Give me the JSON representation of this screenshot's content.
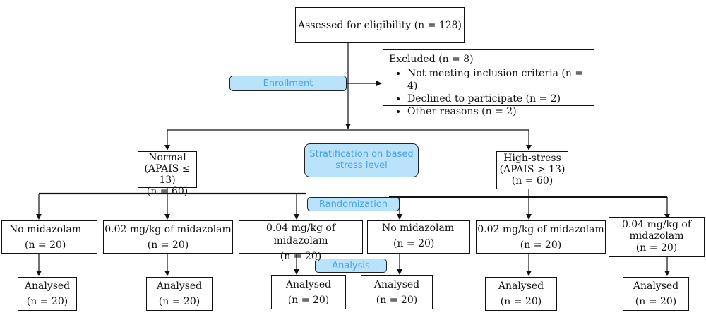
{
  "eligibility": {
    "text": "Assessed for eligibility (n = 128)"
  },
  "excluded": {
    "title": "Excluded (n = 8)",
    "reasons": [
      "Not meeting inclusion criteria (n = 4)",
      "Declined to participate (n = 2)",
      "Other reasons (n = 2)"
    ]
  },
  "labels": {
    "enrollment": "Enrollment",
    "stratification": "Stratification on based stress level",
    "randomization": "Randomization",
    "analysis": "Analysis"
  },
  "strata": {
    "normal": {
      "name": "Normal",
      "criterion": "(APAIS ≤ 13)",
      "n": "(n = 60)"
    },
    "high": {
      "name": "High-stress",
      "criterion": "(APAIS > 13)",
      "n": "(n = 60)"
    }
  },
  "groups": [
    {
      "name": "No midazolam",
      "n": "(n = 20)"
    },
    {
      "name": "0.02 mg/kg of midazolam",
      "n": "(n = 20)"
    },
    {
      "name": "0.04 mg/kg of midazolam",
      "n": "(n = 20)"
    },
    {
      "name": "No midazolam",
      "n": "(n = 20)"
    },
    {
      "name": "0.02 mg/kg of midazolam",
      "n": "(n = 20)"
    },
    {
      "name": "0.04 mg/kg of midazolam",
      "n": "(n = 20)"
    }
  ],
  "analysed": [
    {
      "name": "Analysed",
      "n": "(n = 20)"
    },
    {
      "name": "Analysed",
      "n": "(n = 20)"
    },
    {
      "name": "Analysed",
      "n": "(n = 20)"
    },
    {
      "name": "Analysed",
      "n": "(n = 20)"
    },
    {
      "name": "Analysed",
      "n": "(n = 20)"
    },
    {
      "name": "Analysed",
      "n": "(n = 20)"
    }
  ]
}
